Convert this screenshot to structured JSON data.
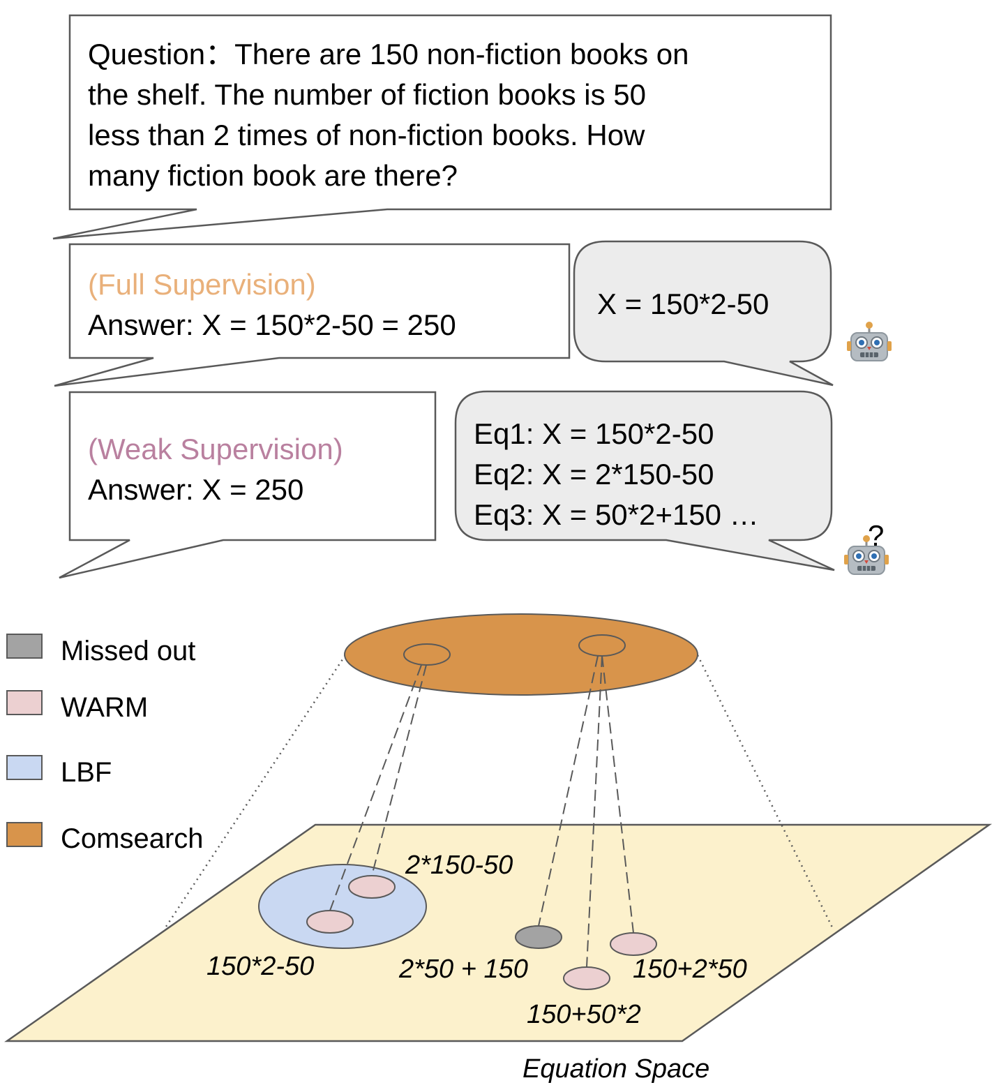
{
  "question": {
    "lines": [
      "Question：There are 150 non-fiction books on",
      "the shelf. The number of fiction books is 50",
      "less than 2 times of non-fiction books. How",
      "many fiction book are there?"
    ]
  },
  "full_supervision": {
    "tag": "(Full Supervision)",
    "answer": "Answer: X = 150*2-50 = 250",
    "model_output": "X = 150*2-50"
  },
  "weak_supervision": {
    "tag": "(Weak Supervision)",
    "answer": "Answer: X = 250",
    "model_outputs": [
      "Eq1: X = 150*2-50",
      "Eq2: X = 2*150-50",
      "Eq3: X = 50*2+150 …"
    ],
    "uncertainty_mark": "?"
  },
  "icons": {
    "robot_confident": "robot-icon",
    "robot_uncertain": "robot-icon"
  },
  "legend": [
    {
      "label": "Missed out",
      "color": "#a3a3a3"
    },
    {
      "label": "WARM",
      "color": "#ecd0d1"
    },
    {
      "label": "LBF",
      "color": "#c9d8f2"
    },
    {
      "label": "Comsearch",
      "color": "#d8944b"
    }
  ],
  "equations": [
    "2*150-50",
    "150*2-50",
    "2*50 + 150",
    "150+2*50",
    "150+50*2"
  ],
  "space_label": "Equation Space",
  "colors": {
    "tag_full": "#e9b07a",
    "tag_weak": "#b9809f",
    "plane": "#fcf1cc",
    "bubble_gray": "#ececec",
    "outline": "#595959"
  }
}
